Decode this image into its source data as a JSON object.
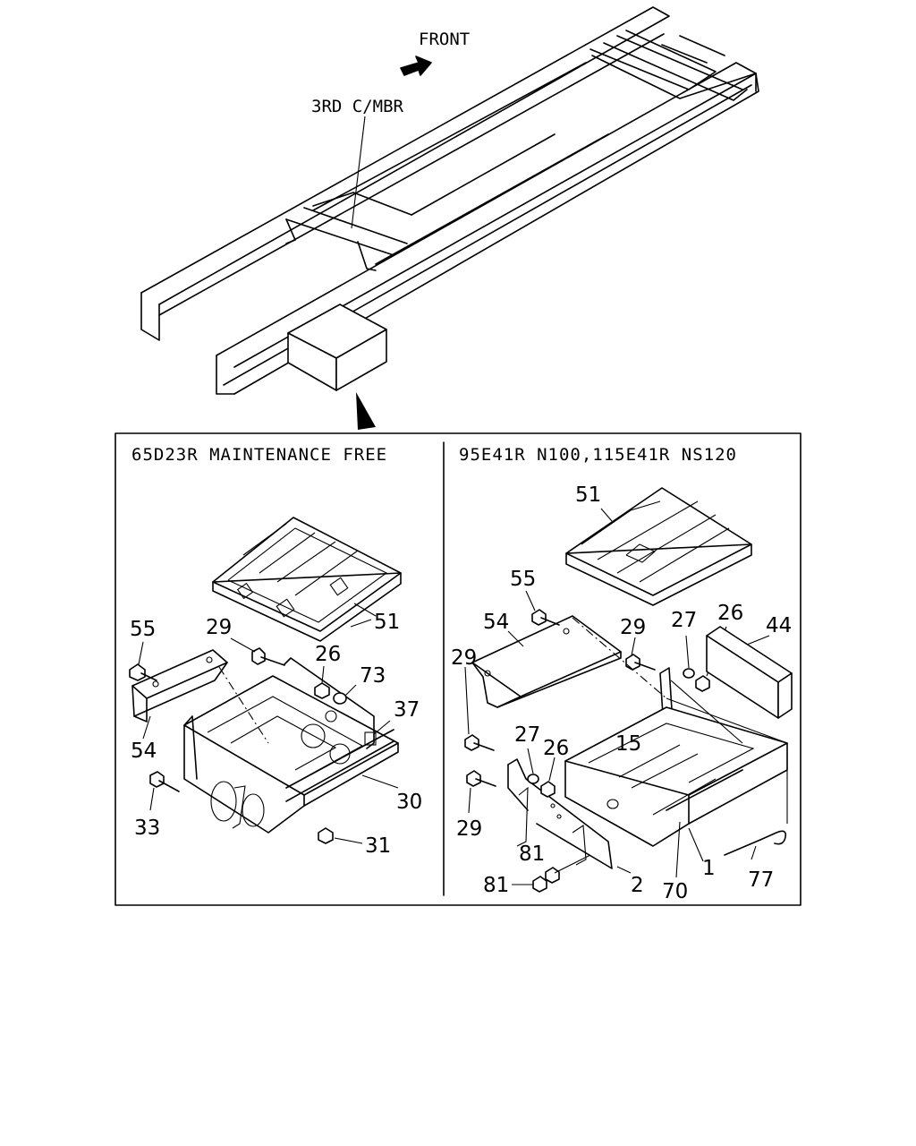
{
  "labels": {
    "front": "FRONT",
    "third_crossmember": "3RD C/MBR",
    "left_title": "65D23R MAINTENANCE FREE",
    "right_title": "95E41R N100,115E41R NS120"
  },
  "left_callouts": {
    "c51": "51",
    "c55": "55",
    "c29": "29",
    "c26": "26",
    "c73": "73",
    "c37": "37",
    "c54": "54",
    "c30": "30",
    "c33": "33",
    "c31": "31"
  },
  "right_callouts": {
    "c51": "51",
    "c55": "55",
    "c54": "54",
    "c29a": "29",
    "c27a": "27",
    "c26a": "26",
    "c44": "44",
    "c29b": "29",
    "c15": "15",
    "c27b": "27",
    "c26b": "26",
    "c29c": "29",
    "c81a": "81",
    "c81b": "81",
    "c2": "2",
    "c70": "70",
    "c1": "1",
    "c77": "77"
  },
  "colors": {
    "ink": "#000000",
    "paper": "#ffffff"
  },
  "icons": {
    "front_arrow": "arrow-right-icon",
    "pointer": "triangle-pointer-icon"
  }
}
